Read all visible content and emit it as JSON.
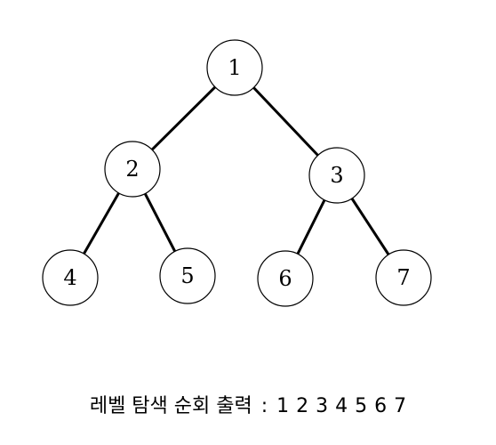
{
  "tree": {
    "nodes": [
      {
        "id": "1",
        "label": "1"
      },
      {
        "id": "2",
        "label": "2"
      },
      {
        "id": "3",
        "label": "3"
      },
      {
        "id": "4",
        "label": "4"
      },
      {
        "id": "5",
        "label": "5"
      },
      {
        "id": "6",
        "label": "6"
      },
      {
        "id": "7",
        "label": "7"
      }
    ],
    "edges": [
      [
        "1",
        "2"
      ],
      [
        "1",
        "3"
      ],
      [
        "2",
        "4"
      ],
      [
        "2",
        "5"
      ],
      [
        "3",
        "6"
      ],
      [
        "3",
        "7"
      ]
    ]
  },
  "caption": {
    "label": "레벨 탐색 순회 출력",
    "separator": ":",
    "sequence": [
      "1",
      "2",
      "3",
      "4",
      "5",
      "6",
      "7"
    ]
  }
}
